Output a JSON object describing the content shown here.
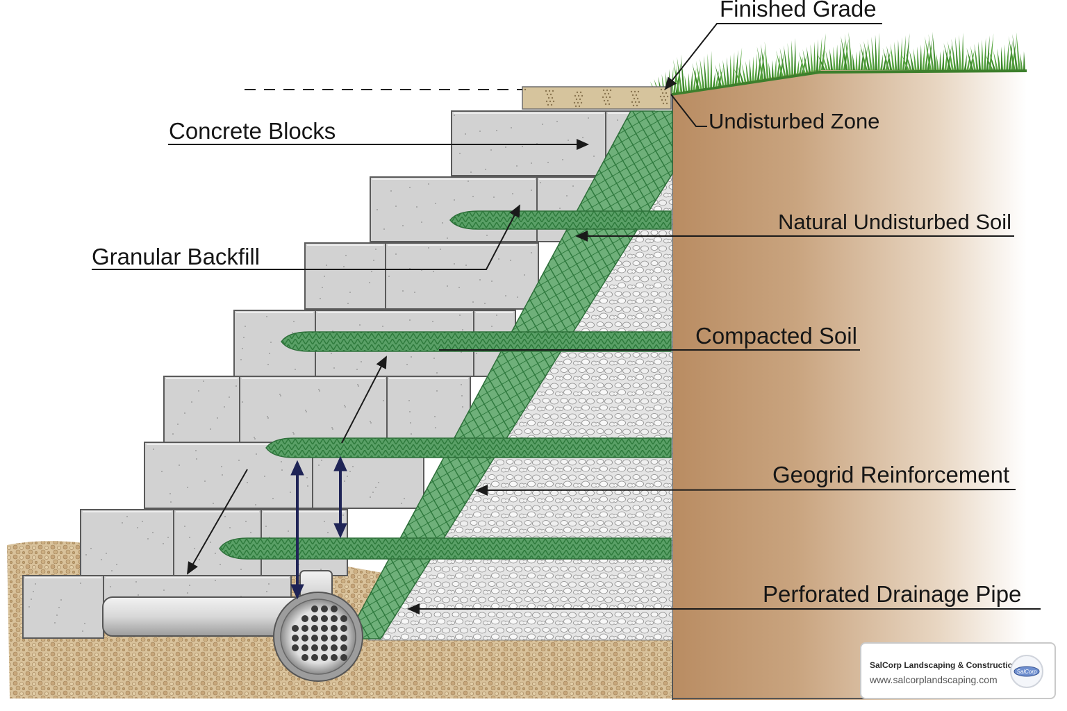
{
  "labels": {
    "finished_grade": "Finished Grade",
    "undisturbed_zone": "Undisturbed Zone",
    "concrete_blocks": "Concrete Blocks",
    "natural_undisturbed_soil": "Natural Undisturbed Soil",
    "granular_backfill": "Granular Backfill",
    "compacted_soil": "Compacted Soil",
    "geogrid_reinforcement": "Geogrid Reinforcement",
    "perforated_drainage_pipe": "Perforated Drainage Pipe"
  },
  "badge": {
    "company": "SalCorp Landscaping & Construction",
    "url": "www.salcorplandscaping.com",
    "logo_text": "SalCorp"
  },
  "colors": {
    "block_fill": "#d2d2d2",
    "block_stroke": "#5a5a5a",
    "geogrid": "#3f8f4f",
    "soil": "#c8a37e",
    "gravel": "#e6e6e6",
    "grass": "#4f9a3a",
    "line": "#1a1a1a",
    "height_arrow": "#1f2456"
  },
  "icons": {
    "badge_logo": "company-logo-icon"
  }
}
